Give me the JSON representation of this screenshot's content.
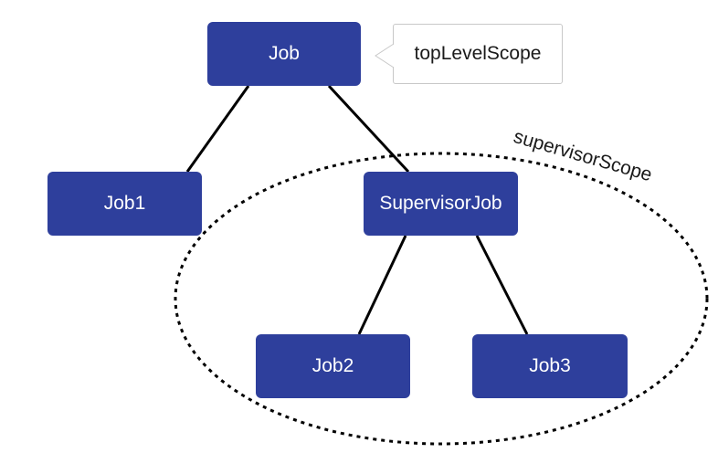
{
  "diagram": {
    "nodes": {
      "job": "Job",
      "job1": "Job1",
      "supervisor_job": "SupervisorJob",
      "job2": "Job2",
      "job3": "Job3"
    },
    "callout": "topLevelScope",
    "scope_label": "supervisorScope",
    "colors": {
      "node_fill": "#2e3f9c",
      "node_text": "#ffffff",
      "edge": "#000000",
      "scope_border": "#000000"
    }
  }
}
